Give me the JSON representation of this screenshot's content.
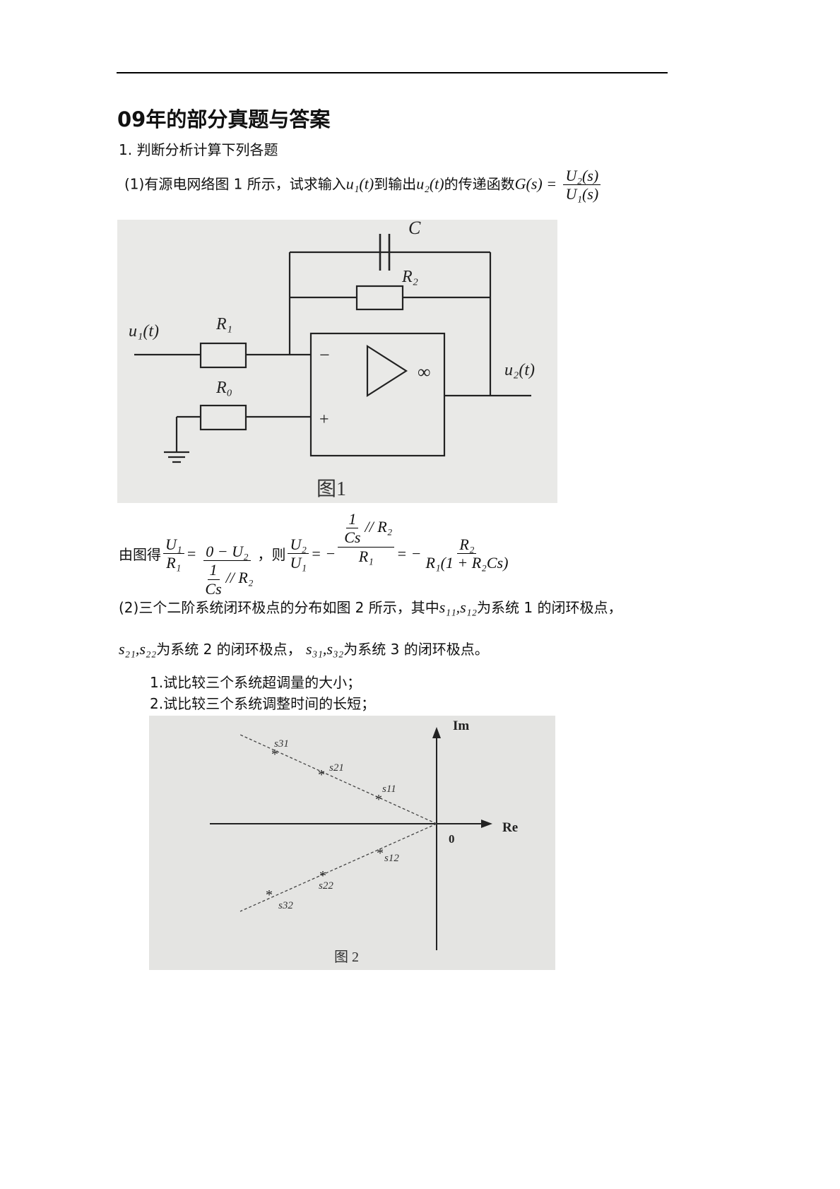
{
  "title": "09年的部分真题与答案",
  "section": "1.  判断分析计算下列各题",
  "q1": {
    "text_a": "(1)有源电网络图 1 所示，试求输入",
    "u1": "u₁(t)",
    "text_b": "到输出",
    "u2": "u₂(t)",
    "text_c": "的传递函数",
    "G": "G(s) =",
    "num": "U₂(s)",
    "den": "U₁(s)"
  },
  "figure1": {
    "C": "C",
    "R2": "R₂",
    "R1": "R₁",
    "R0": "R₀",
    "input": "u₁(t)",
    "output": "u₂(t)",
    "minus": "−",
    "plus": "+",
    "gain": "∞",
    "caption": "图1"
  },
  "answer1": {
    "prefix": "由图得",
    "f1_num": "U₁",
    "f1_den": "R₁",
    "eq": "=",
    "f2_num": "0 − U₂",
    "f2_den_num": "1",
    "f2_den_den": "Cs",
    "f2_den_par": "// R₂",
    "then": "，则",
    "f3_num": "U₂",
    "f3_den": "U₁",
    "eqneg": "= −",
    "f4_num_num": "1",
    "f4_num_den": "Cs",
    "f4_num_par": "// R₂",
    "f4_den": "R₁",
    "f5_num": "R₂",
    "f5_den": "R₁(1 + R₂Cs)"
  },
  "q2": {
    "line1_a": "(2)三个二阶系统闭环极点的分布如图 2 所示，其中",
    "line1_poles": "s₁₁,s₁₂",
    "line1_b": "为系统 1 的闭环极点，",
    "line2_poles_a": "s₂₁,s₂₂",
    "line2_a": "为系统 2 的闭环极点，",
    "line2_poles_b": "s₃₁,s₃₂",
    "line2_b": "为系统 3 的闭环极点。",
    "item1": "1.试比较三个系统超调量的大小；",
    "item2": "2.试比较三个系统调整时间的长短；"
  },
  "figure2": {
    "im": "Im",
    "re": "Re",
    "origin": "0",
    "caption": "图 2",
    "poles": {
      "s31": "s31",
      "s21": "s21",
      "s11": "s11",
      "s12": "s12",
      "s22": "s22",
      "s32": "s32"
    }
  }
}
